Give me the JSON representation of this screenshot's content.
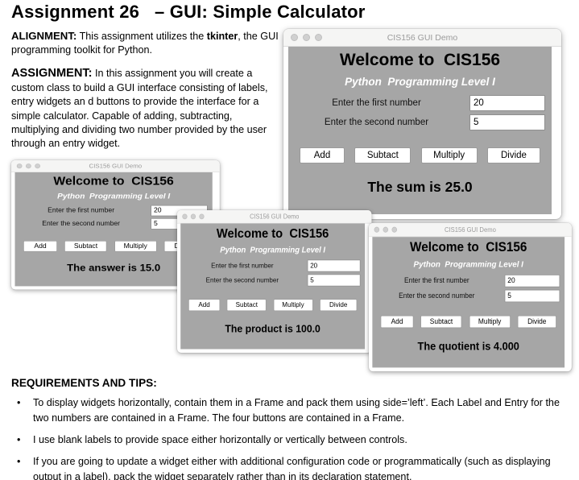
{
  "doc": {
    "title": "Assignment 26   – GUI: Simple Calculator",
    "alignment": {
      "label": "ALIGNMENT:",
      "pre": " This assignment utilizes the ",
      "bold": "tkinter",
      "post": ", the GUI programming toolkit for Python."
    },
    "assignment": {
      "label": "ASSIGNMENT:",
      "text": " In this assignment you will create a custom class to build a GUI interface consisting of labels, entry widgets an d buttons to provide the interface for a simple calculator. Capable of adding, subtracting, multiplying and dividing two number provided by the user through an entry widget."
    },
    "requirements": {
      "heading": "REQUIREMENTS AND TIPS:",
      "bullets": [
        "To display widgets horizontally, contain them in a Frame and pack them using side=’left’. Each Label and Entry for the two numbers are contained in a Frame. The four buttons are contained in a Frame.",
        "I use blank labels to provide space either horizontally or vertically between controls.",
        "If you are going to update a widget either with additional configuration code or programmatically (such as displaying output in a label), pack the widget separately rather than in its declaration statement."
      ]
    }
  },
  "calc": {
    "window_title": "CIS156 GUI Demo",
    "heading": "Welcome to  CIS156",
    "subheading": "Python  Programming Level I",
    "first_label": "Enter the first number",
    "second_label": "Enter the second number",
    "first_value": "20",
    "second_value": "5",
    "buttons": [
      "Add",
      "Subtact",
      "Multiply",
      "Divide"
    ],
    "colors": {
      "window_background": "#a6a6a6",
      "titlebar_background": "#f5f5f4",
      "titlebar_text": "#9b9b9b"
    }
  },
  "windows": {
    "sum": {
      "result": "The sum is 25.0"
    },
    "answer": {
      "result": "The answer is 15.0"
    },
    "product": {
      "result": "The product is 100.0"
    },
    "quotient": {
      "result": "The quotient is 4.000"
    }
  }
}
